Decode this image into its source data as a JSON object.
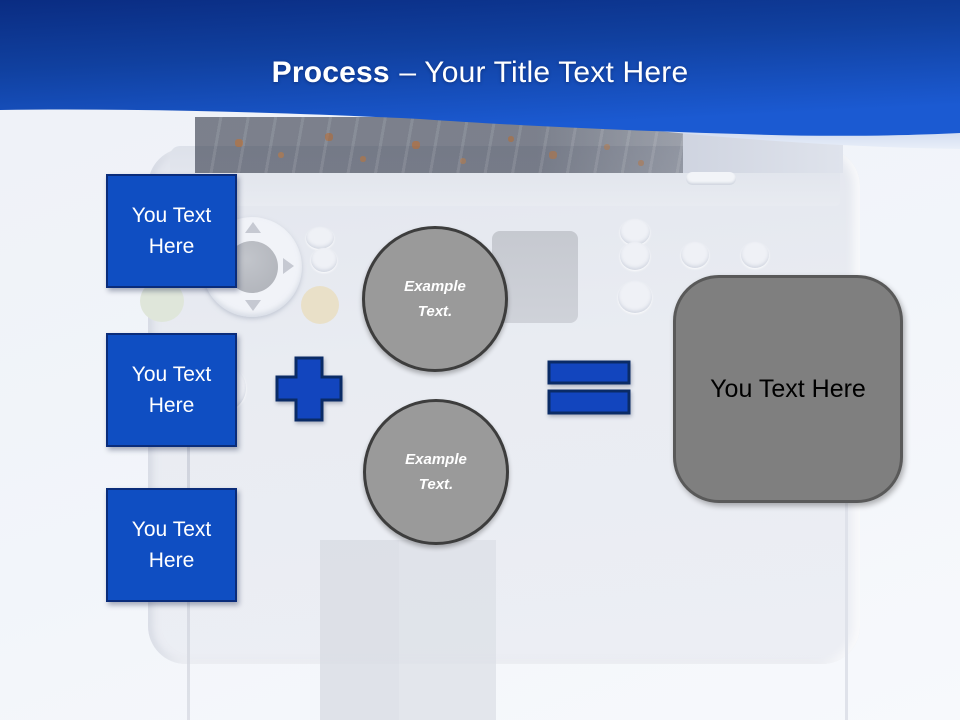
{
  "header": {
    "title_emphasis": "Process",
    "title_rest": "– Your Title Text Here"
  },
  "diagram": {
    "input_boxes": [
      {
        "label": "You Text Here"
      },
      {
        "label": "You Text Here"
      },
      {
        "label": "You Text Here"
      }
    ],
    "example_circles": [
      {
        "label": "Example Text."
      },
      {
        "label": "Example Text."
      }
    ],
    "operator_plus": "plus-shape",
    "operator_equals": "equals-shape",
    "result_box": {
      "label": "You Text Here"
    }
  },
  "colors": {
    "header_gradient_start": "#0A2C82",
    "header_gradient_end": "#1B5AD2",
    "header_wave_highlight": "#BCCAE8",
    "shape_blue": "#0F4EC2",
    "shape_blue_border": "#0A2C7A",
    "circle_gray": "#9A9A9A",
    "circle_border": "#3D3D3D",
    "result_gray": "#7F7F7F",
    "result_border": "#595959",
    "title_text": "#FFFFFF",
    "box_text": "#FFFFFF",
    "result_text": "#000000"
  }
}
